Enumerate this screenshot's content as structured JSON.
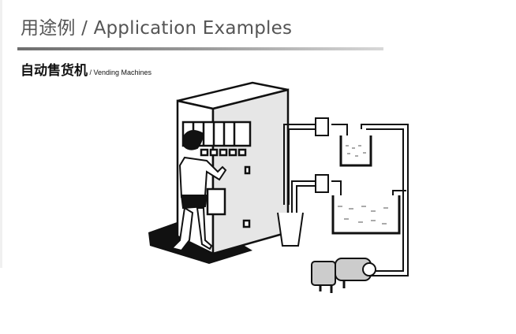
{
  "page": {
    "title": "用途例 / Application Examples",
    "section": {
      "title_zh": "自动售货机",
      "title_en": " / Vending Machines"
    }
  },
  "illustration": {
    "subject": "Vending machine with person selecting a drink, two tanks, two valves, cup and pump"
  }
}
